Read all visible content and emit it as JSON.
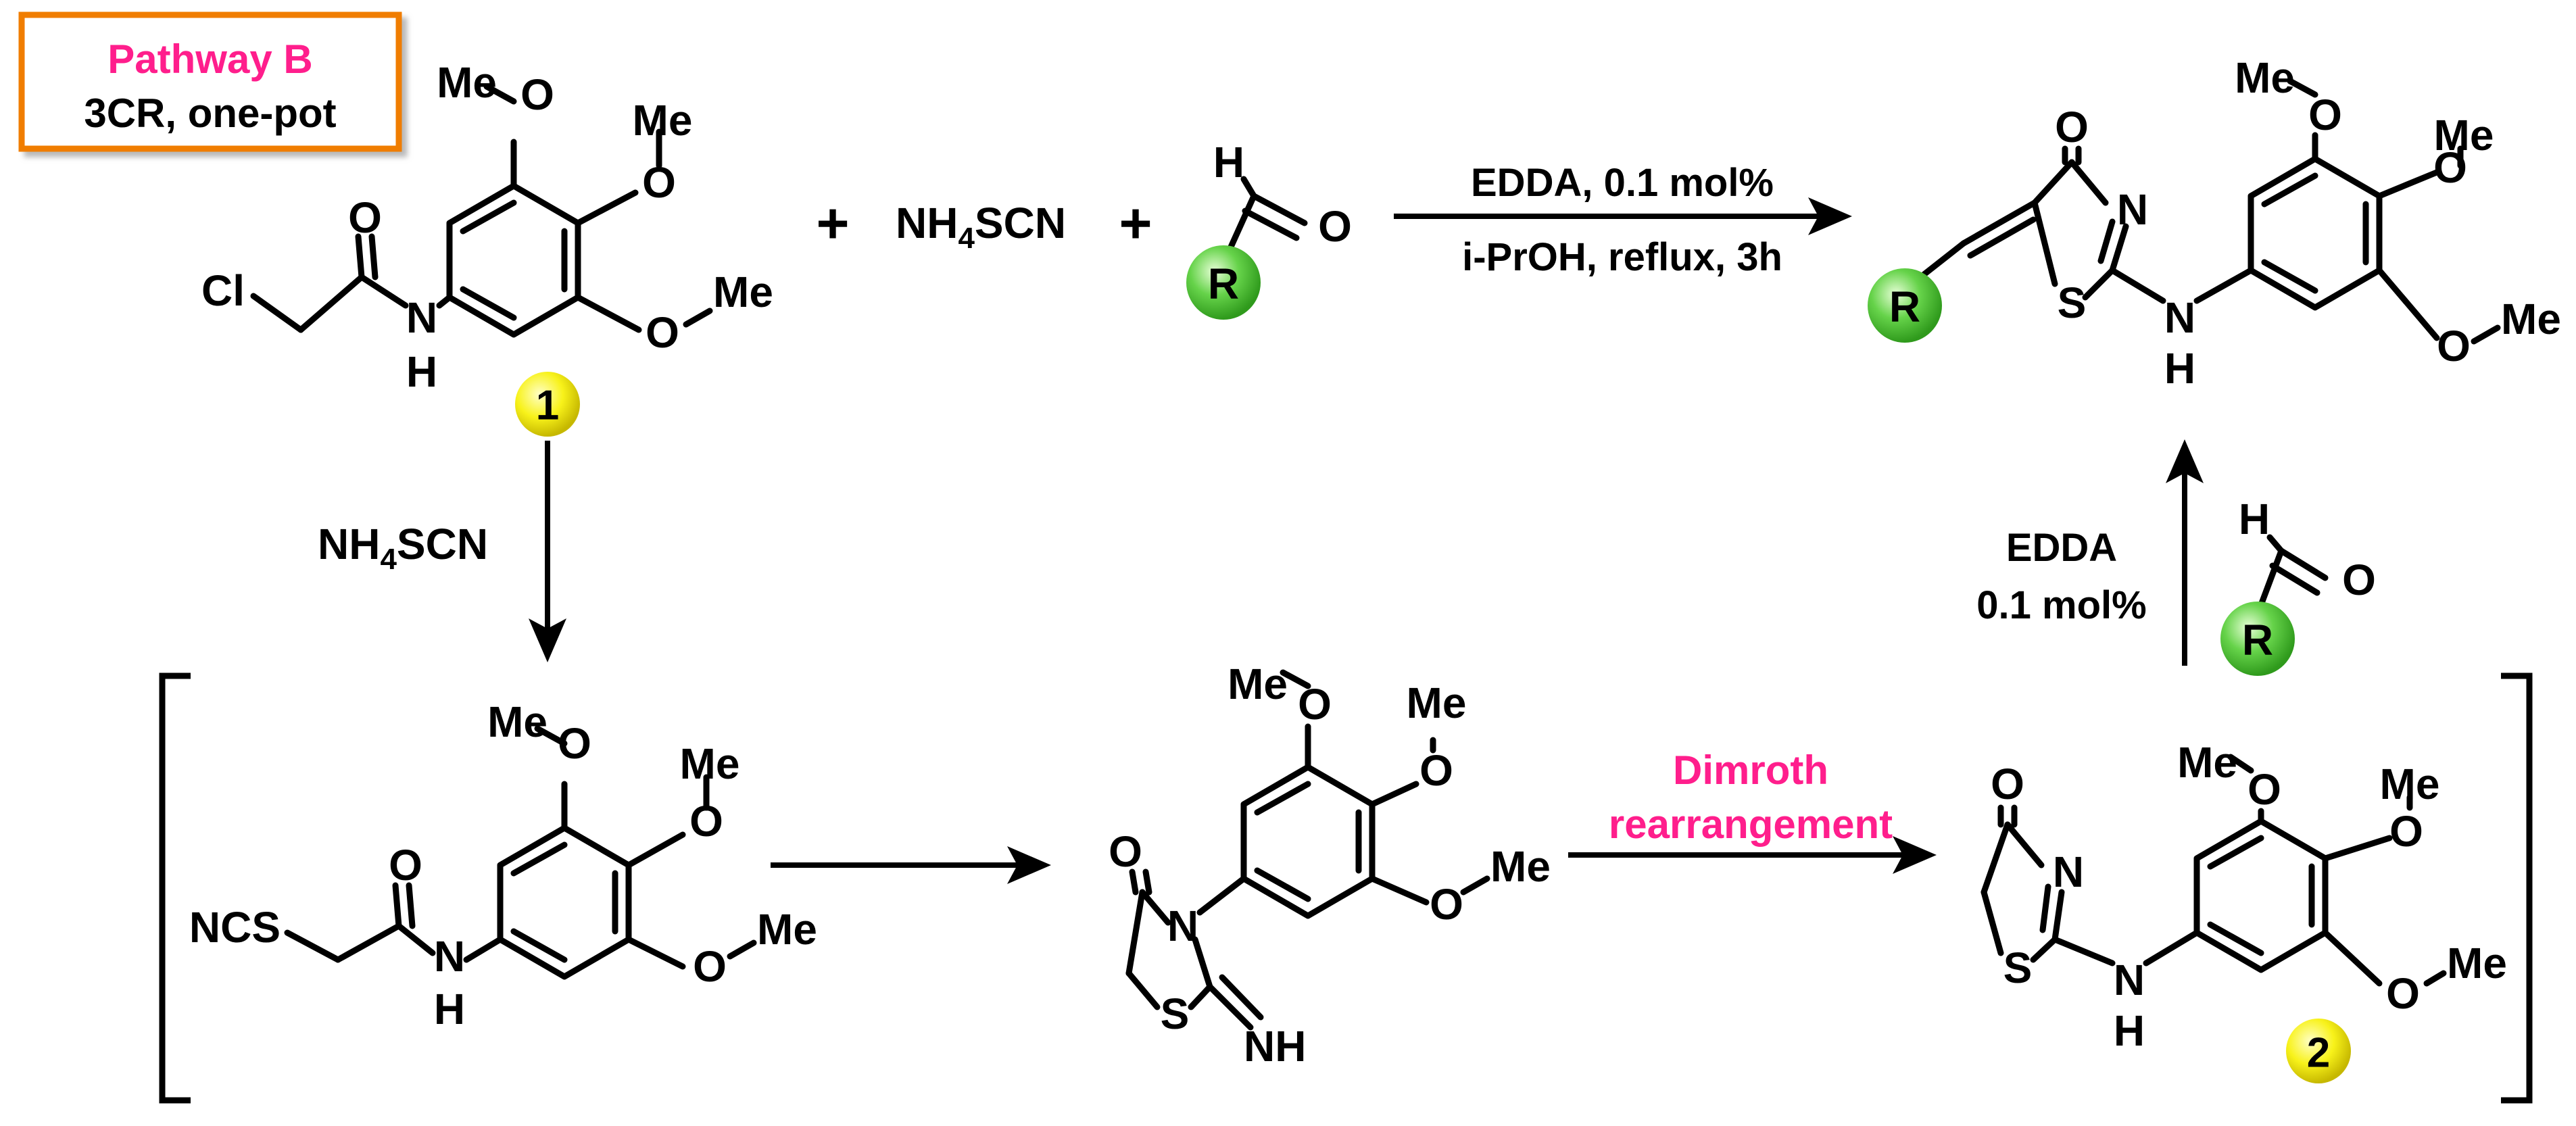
{
  "pathway": {
    "title": "Pathway B",
    "subtitle": "3CR, one-pot",
    "title_color": "#ff1e8c",
    "border_color": "#f07d00"
  },
  "atoms": {
    "cl": "Cl",
    "o": "O",
    "n": "N",
    "h": "H",
    "s": "S",
    "me": "Me",
    "ncs": "NCS",
    "nh": "NH",
    "r": "R"
  },
  "reagents": {
    "plus": "+",
    "nh4scn_a": "NH",
    "nh4scn_sub": "4",
    "nh4scn_b": "SCN"
  },
  "top_arrow": {
    "line1": "EDDA, 0.1 mol%",
    "line2": "i-PrOH, reflux, 3h"
  },
  "right_arrow": {
    "line1": "EDDA",
    "line2": "0.1 mol%"
  },
  "dimroth": {
    "line1": "Dimroth",
    "line2": "rearrangement",
    "color": "#ff1e8c"
  },
  "labels": {
    "compound1": "1",
    "compound2": "2"
  },
  "colors": {
    "yellow_label": "#f5f500",
    "green_r": "#55cc33"
  }
}
